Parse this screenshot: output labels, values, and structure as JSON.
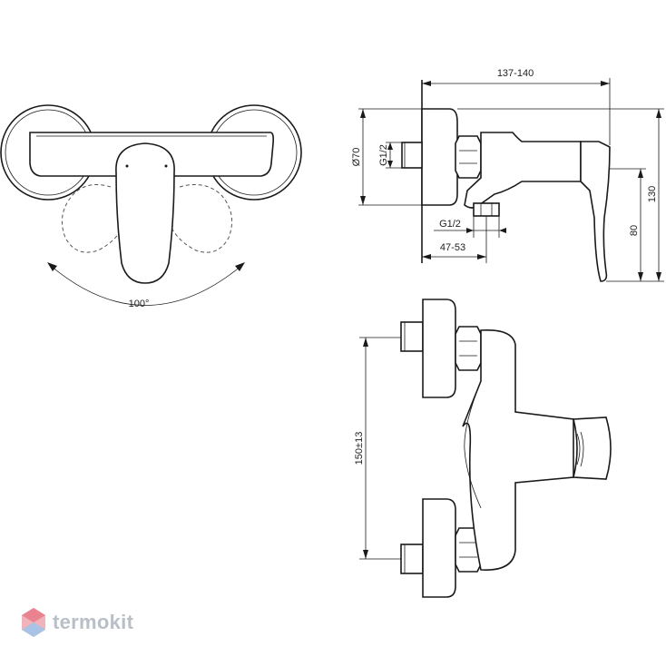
{
  "labels": {
    "angle": "100°",
    "width_total": "137-140",
    "rosette_diameter": "Ø70",
    "inlet_thread": "G1/2",
    "outlet_thread": "G1/2",
    "rosette_depth": "47-53",
    "outlet_height": "80",
    "total_height": "130",
    "center_distance": "150±13"
  },
  "watermark": {
    "text": "termokit",
    "colors": [
      "#e8838f",
      "#7aa6d9",
      "#b9bfc6"
    ]
  },
  "colors": {
    "line": "#1a1a1a",
    "background": "#ffffff"
  }
}
